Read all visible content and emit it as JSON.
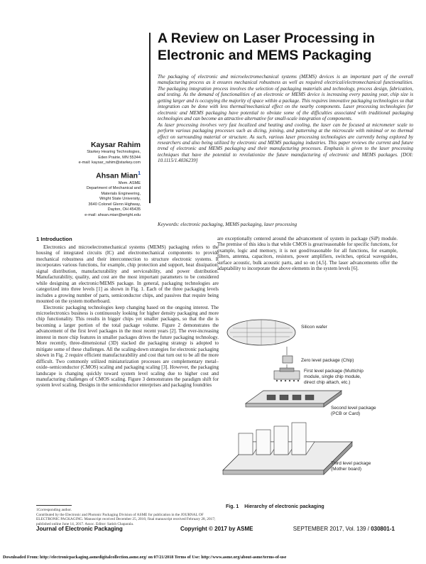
{
  "title": "A Review on Laser Processing in Electronic and MEMS Packaging",
  "authors": [
    {
      "name": "Kaysar Rahim",
      "sup": "",
      "affiliation": [
        "Starkey Hearing Technologies,",
        "Eden Prairie, MN 55344",
        "e-mail: kaysar_rahim@starkey.com"
      ]
    },
    {
      "name": "Ahsan Mian",
      "sup": "1",
      "affiliation": [
        "Mem. ASME",
        "Department of Mechanical and",
        "Materials Engineering,",
        "Wright State University,",
        "3640 Colonel Glenn Highway,",
        "Dayton, OH 45435",
        "e-mail: ahsan.mian@wright.edu"
      ]
    }
  ],
  "abstract": [
    "The packaging of electronic and microelectromechanical systems (MEMS) devices is an important part of the overall manufacturing process as it ensures mechanical robustness as well as required electrical/electromechanical functionalities. The packaging integration process involves the selection of packaging materials and technology, process design, fabrication, and testing. As the demand of functionalities of an electronic or MEMS device is increasing every passing year, chip size is getting larger and is occupying the majority of space within a package. This requires innovative packaging technologies so that integration can be done with less thermal/mechanical effect on the nearby components. Laser processing technologies for electronic and MEMS packaging have potential to obviate some of the difficulties associated with traditional packaging technologies and can become an attractive alternative for small-scale integration of components.",
    "As laser processing involves very fast localized and heating and cooling, the laser can be focused at micrometer scale to perform various packaging processes such as dicing, joining, and patterning at the microscale with minimal or no thermal effect on surrounding material or structure. As such, various laser processing technologies are currently being explored by researchers and also being utilized by electronic and MEMS packaging industries. This paper reviews the current and future trend of electronic and MEMS packaging and their manufacturing processes. Emphasis is given to the laser processing techniques that have the potential to revolutionize the future manufacturing of electronic and MEMS packages. [DOI: 10.1115/1.4036239]"
  ],
  "keywords": "Keywords: electronic packaging, MEMS packaging, laser processing",
  "section1": {
    "heading": "1   Introduction",
    "col1": [
      "Electronics and microelectromechanical systems (MEMS) packaging refers to the housing of integrated circuits (IC) and electromechanical components to provide mechanical robustness and their interconnection to structure electronic systems. It incorporates various functions, for example, chip protection and support, heat dissipation, signal distribution, manufacturability and serviceability, and power distribution. Manufacturability, quality, and cost are the most important parameters to be considered while designing an electronic/MEMS package. In general, packaging technologies are categorized into three levels [1] as shown in Fig. 1. Each of the three packaging levels includes a growing number of parts, semiconductor chips, and passives that require being mounted on the system motherboard.",
      "Electronic packaging technologies keep changing based on the ongoing interest. The microelectronics business is continuously looking for higher density packaging and more chip functionality. This results in bigger chips yet smaller packages, so that the die is becoming a larger portion of the total package volume. Figure 2 demonstrates the advancement of the first level packages in the most recent years [2]. The ever-increasing interest in more chip features in smaller packages drives the future packaging technology. More recently, three-dimensional (3D) stacked die packaging strategy is adopted to mitigate some of these challenges. All the scaling-down strategies for electronic packaging shown in Fig. 2 require efficient manufacturability and cost that turn out to be all the more difficult. Two commonly utilized miniaturization processes are complementary metal–oxide–semiconductor (CMOS) scaling and packaging scaling [3]. However, the packaging landscape is changing quickly toward system level scaling due to higher cost and manufacturing challenges of CMOS scaling. Figure 3 demonstrates the paradigm shift for system level scaling. Designs in the semiconductor enterprises and packaging foundries"
    ],
    "col2": "are exceptionally centered around the advancement of system in package (SiP) module. The premise of this idea is that while CMOS is great/reasonable for specific functions, for example, logic and memory, it is not good/reasonable for all functions, for example, filters, antenna, capacitors, resistors, power amplifiers, switches, optical waveguides, surface acoustic, bulk acoustic parts, and so on [4,5]. The laser advancements offer the adaptability to incorporate the above elements in the system levels [6]."
  },
  "figure": {
    "labels": {
      "wafer": "Silicon wafer",
      "zero1": "Zero level package (Chip)",
      "first1": "First level package (Multichip",
      "first2": "module, single chip module,",
      "first3": "direct chip attach, etc.)",
      "second1": "Second level package",
      "second2": "(PCB or Card)",
      "third1": "Third level package",
      "third2": "(Mother board)"
    },
    "caption_num": "Fig. 1",
    "caption_text": "Hierarchy of electronic packaging"
  },
  "footnote": [
    "1Corresponding author.",
    "Contributed by the Electronic and Photonic Packaging Division of ASME for publication in the JOURNAL OF ELECTRONIC PACKAGING. Manuscript received December 25, 2016; final manuscript received February 28, 2017; published online June 14, 2017. Assoc. Editor: Satish Chaparala."
  ],
  "footer": {
    "journal": "Journal of Electronic Packaging",
    "copyright": "Copyright © 2017 by ASME",
    "issue": "SEPTEMBER 2017, Vol. 139  /",
    "page": "030801-1"
  },
  "download_line": "Downloaded From: http://electronicpackaging.asmedigitalcollection.asme.org/ on 07/21/2018 Terms of Use: http://www.asme.org/about-asme/terms-of-use"
}
